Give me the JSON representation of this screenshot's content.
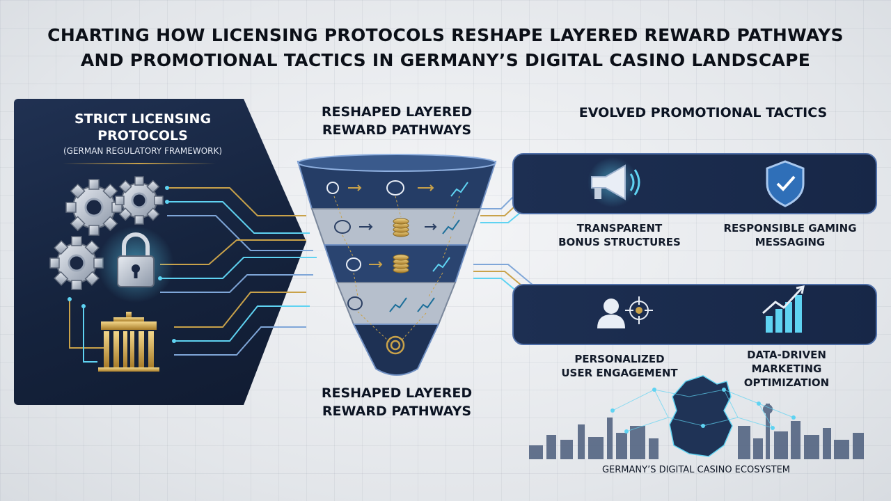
{
  "title": {
    "line1": "CHARTING HOW LICENSING PROTOCOLS RESHAPE LAYERED REWARD PATHWAYS",
    "line2": "AND PROMOTIONAL TACTICS IN GERMANY’S DIGITAL CASINO LANDSCAPE"
  },
  "left": {
    "title_line1": "STRICT LICENSING",
    "title_line2": "PROTOCOLS",
    "subtitle": "(GERMAN REGULATORY FRAMEWORK)"
  },
  "funnel": {
    "heading_top": [
      "RESHAPED LAYERED",
      "REWARD PATHWAYS"
    ],
    "heading_bottom": [
      "RESHAPED LAYERED",
      "REWARD PATHWAYS"
    ]
  },
  "right": {
    "heading": "EVOLVED PROMOTIONAL TACTICS",
    "labels": {
      "transparent": [
        "TRANSPARENT",
        "BONUS STRUCTURES"
      ],
      "responsible": [
        "RESPONSIBLE GAMING",
        "MESSAGING"
      ],
      "personalized": [
        "PERSONALIZED",
        "USER ENGAGEMENT"
      ],
      "data_driven": [
        "DATA-DRIVEN",
        "MARKETING",
        "OPTIMIZATION"
      ]
    }
  },
  "footer": {
    "ecosystem_label": "GERMANY’S DIGITAL CASINO ECOSYSTEM"
  },
  "colors": {
    "navy": "#15233d",
    "gold": "#c9a24a",
    "cyan": "#5fd3f2",
    "band_border": "#4f6fa8"
  }
}
